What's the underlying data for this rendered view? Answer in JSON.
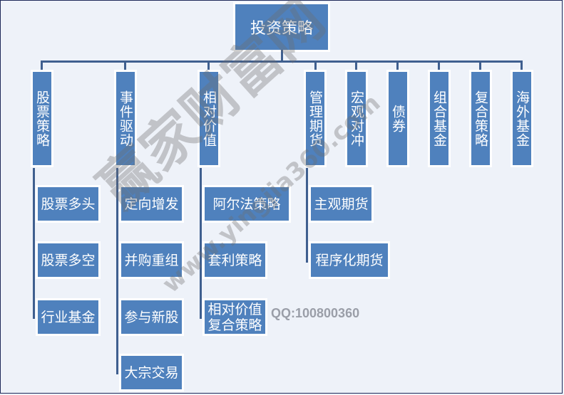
{
  "root": {
    "label": "投资策略"
  },
  "categories": [
    {
      "label": "股票策略",
      "children": [
        "股票多头",
        "股票多空",
        "行业基金"
      ]
    },
    {
      "label": "事件驱动",
      "children": [
        "定向增发",
        "并购重组",
        "参与新股",
        "大宗交易"
      ]
    },
    {
      "label": "相对价值",
      "children": [
        "阿尔法策略",
        "套利策略",
        "相对价值\n复合策略"
      ]
    },
    {
      "label": "管理期货",
      "children": [
        "主观期货",
        "程序化期货"
      ]
    },
    {
      "label": "宏观对冲",
      "children": []
    },
    {
      "label": "债券",
      "children": []
    },
    {
      "label": "组合基金",
      "children": []
    },
    {
      "label": "复合策略",
      "children": []
    },
    {
      "label": "海外基金",
      "children": []
    }
  ],
  "watermark": {
    "text": "赢家财富网",
    "url": "www.yingjia360.com",
    "qq": "QQ:100800360"
  },
  "colors": {
    "box": "#4f81bd",
    "line": "#3f5f8f",
    "background": "#eef2f9"
  }
}
